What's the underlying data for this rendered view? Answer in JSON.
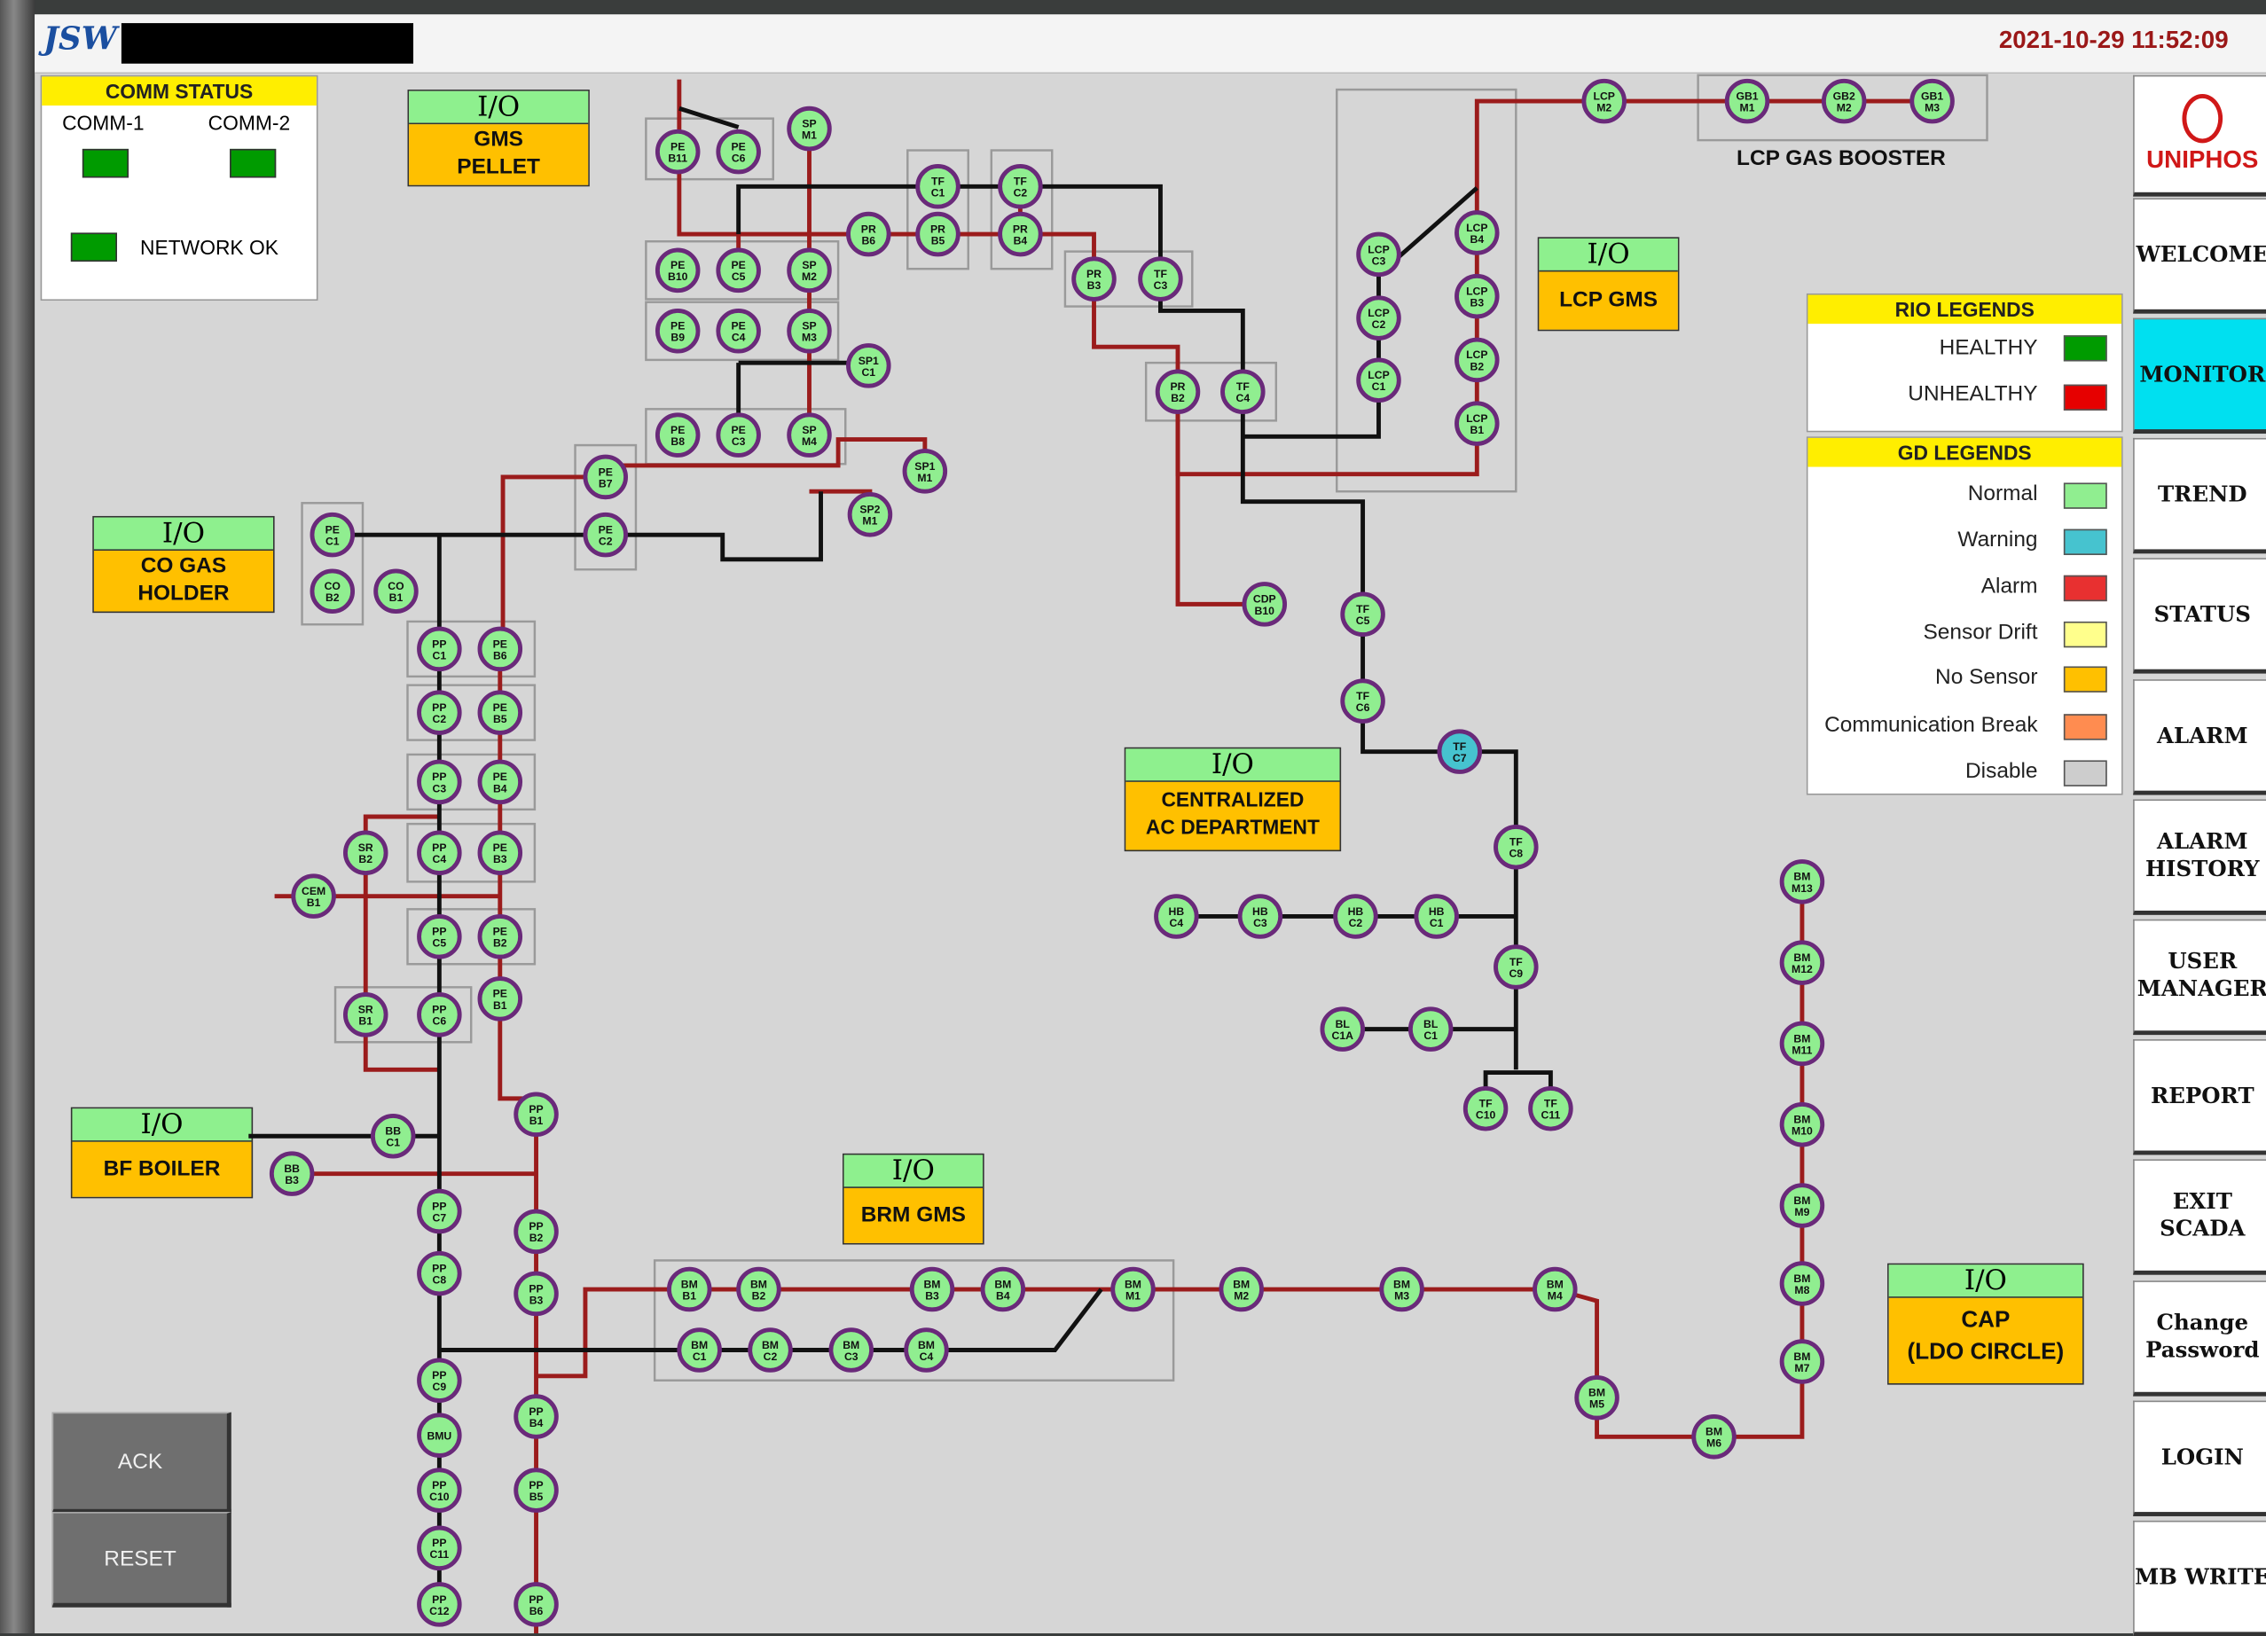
{
  "header": {
    "logo": "JSW",
    "datetime": "2021-10-29 11:52:09"
  },
  "comm_status": {
    "title": "COMM STATUS",
    "comm1": "COMM-1",
    "comm2": "COMM-2",
    "network": "NETWORK OK"
  },
  "rio_legends": {
    "title": "RIO LEGENDS",
    "items": [
      {
        "label": "HEALTHY",
        "color": "#009b00"
      },
      {
        "label": "UNHEALTHY",
        "color": "#e60000"
      }
    ]
  },
  "gd_legends": {
    "title": "GD LEGENDS",
    "items": [
      {
        "label": "Normal",
        "color": "#90ee90"
      },
      {
        "label": "Warning",
        "color": "#46c3cf"
      },
      {
        "label": "Alarm",
        "color": "#e83030"
      },
      {
        "label": "Sensor Drift",
        "color": "#ffff8c"
      },
      {
        "label": "No Sensor",
        "color": "#ffc000"
      },
      {
        "label": "Communication Break",
        "color": "#ff8c50"
      },
      {
        "label": "Disable",
        "color": "#cdcdcd"
      }
    ]
  },
  "io_panels": {
    "gms_pellet": {
      "title": "I/O",
      "name": "GMS\nPELLET"
    },
    "co_gas_holder": {
      "title": "I/O",
      "name": "CO GAS\nHOLDER"
    },
    "lcp_gms": {
      "title": "I/O",
      "name": "LCP GMS"
    },
    "centralized_ac": {
      "title": "I/O",
      "name": "CENTRALIZED\nAC DEPARTMENT"
    },
    "bf_boiler": {
      "title": "I/O",
      "name": "BF BOILER"
    },
    "brm_gms": {
      "title": "I/O",
      "name": "BRM GMS"
    },
    "cap_ldo": {
      "title": "I/O",
      "name": "CAP\n(LDO CIRCLE)"
    }
  },
  "labels": {
    "lcp_gas_booster": "LCP GAS BOOSTER"
  },
  "nav": {
    "brand": "UNIPHOS",
    "items": [
      "WELCOME",
      "MONITOR",
      "TREND",
      "STATUS",
      "ALARM",
      "ALARM\nHISTORY",
      "USER\nMANAGER",
      "REPORT",
      "EXIT\nSCADA",
      "Change\nPassword",
      "LOGIN",
      "MB WRITE"
    ],
    "active": "MONITOR"
  },
  "buttons": {
    "ack": "ACK",
    "reset": "RESET"
  },
  "colors": {
    "normal": "#90ee90",
    "warning": "#46c3cf",
    "red_line": "#9b1c1c",
    "black_line": "#111111",
    "active_nav": "#00e0f0"
  },
  "nodes": [
    {
      "id": "PE B11",
      "l1": "PE",
      "l2": "B11"
    },
    {
      "id": "PE C6",
      "l1": "PE",
      "l2": "C6"
    },
    {
      "id": "SP M1",
      "l1": "SP",
      "l2": "M1"
    },
    {
      "id": "TF C1",
      "l1": "TF",
      "l2": "C1"
    },
    {
      "id": "TF C2",
      "l1": "TF",
      "l2": "C2"
    },
    {
      "id": "PR B6",
      "l1": "PR",
      "l2": "B6"
    },
    {
      "id": "PR B5",
      "l1": "PR",
      "l2": "B5"
    },
    {
      "id": "PR B4",
      "l1": "PR",
      "l2": "B4"
    },
    {
      "id": "PR B3",
      "l1": "PR",
      "l2": "B3"
    },
    {
      "id": "TF C3",
      "l1": "TF",
      "l2": "C3"
    },
    {
      "id": "PE B10",
      "l1": "PE",
      "l2": "B10"
    },
    {
      "id": "PE C5",
      "l1": "PE",
      "l2": "C5"
    },
    {
      "id": "SP M2",
      "l1": "SP",
      "l2": "M2"
    },
    {
      "id": "PE B9",
      "l1": "PE",
      "l2": "B9"
    },
    {
      "id": "PE C4",
      "l1": "PE",
      "l2": "C4"
    },
    {
      "id": "SP M3",
      "l1": "SP",
      "l2": "M3"
    },
    {
      "id": "SP1 C1",
      "l1": "SP1",
      "l2": "C1"
    },
    {
      "id": "PR B2",
      "l1": "PR",
      "l2": "B2"
    },
    {
      "id": "TF C4",
      "l1": "TF",
      "l2": "C4"
    },
    {
      "id": "PE B8",
      "l1": "PE",
      "l2": "B8"
    },
    {
      "id": "PE C3",
      "l1": "PE",
      "l2": "C3"
    },
    {
      "id": "SP M4",
      "l1": "SP",
      "l2": "M4"
    },
    {
      "id": "SP1 M1",
      "l1": "SP1",
      "l2": "M1"
    },
    {
      "id": "SP2 M1",
      "l1": "SP2",
      "l2": "M1"
    },
    {
      "id": "PE B7",
      "l1": "PE",
      "l2": "B7"
    },
    {
      "id": "PE C2",
      "l1": "PE",
      "l2": "C2"
    },
    {
      "id": "PE C1",
      "l1": "PE",
      "l2": "C1"
    },
    {
      "id": "CO B2",
      "l1": "CO",
      "l2": "B2"
    },
    {
      "id": "CO B1",
      "l1": "CO",
      "l2": "B1"
    },
    {
      "id": "PP C1",
      "l1": "PP",
      "l2": "C1"
    },
    {
      "id": "PE B6",
      "l1": "PE",
      "l2": "B6"
    },
    {
      "id": "PP C2",
      "l1": "PP",
      "l2": "C2"
    },
    {
      "id": "PE B5",
      "l1": "PE",
      "l2": "B5"
    },
    {
      "id": "PP C3",
      "l1": "PP",
      "l2": "C3"
    },
    {
      "id": "PE B4",
      "l1": "PE",
      "l2": "B4"
    },
    {
      "id": "SR B2",
      "l1": "SR",
      "l2": "B2"
    },
    {
      "id": "PP C4",
      "l1": "PP",
      "l2": "C4"
    },
    {
      "id": "PE B3",
      "l1": "PE",
      "l2": "B3"
    },
    {
      "id": "CEM B1",
      "l1": "CEM",
      "l2": "B1"
    },
    {
      "id": "PP C5",
      "l1": "PP",
      "l2": "C5"
    },
    {
      "id": "PE B2",
      "l1": "PE",
      "l2": "B2"
    },
    {
      "id": "SR B1",
      "l1": "SR",
      "l2": "B1"
    },
    {
      "id": "PP C6",
      "l1": "PP",
      "l2": "C6"
    },
    {
      "id": "PE B1",
      "l1": "PE",
      "l2": "B1"
    },
    {
      "id": "PP B1",
      "l1": "PP",
      "l2": "B1"
    },
    {
      "id": "BB C1",
      "l1": "BB",
      "l2": "C1"
    },
    {
      "id": "BB B3",
      "l1": "BB",
      "l2": "B3"
    },
    {
      "id": "PP C7",
      "l1": "PP",
      "l2": "C7"
    },
    {
      "id": "PP B2",
      "l1": "PP",
      "l2": "B2"
    },
    {
      "id": "PP C8",
      "l1": "PP",
      "l2": "C8"
    },
    {
      "id": "PP B3",
      "l1": "PP",
      "l2": "B3"
    },
    {
      "id": "PP C9",
      "l1": "PP",
      "l2": "C9"
    },
    {
      "id": "BMU",
      "l1": "BMU",
      "l2": ""
    },
    {
      "id": "PP C10",
      "l1": "PP",
      "l2": "C10"
    },
    {
      "id": "PP C11",
      "l1": "PP",
      "l2": "C11"
    },
    {
      "id": "PP C12",
      "l1": "PP",
      "l2": "C12"
    },
    {
      "id": "PP B4",
      "l1": "PP",
      "l2": "B4"
    },
    {
      "id": "PP B5",
      "l1": "PP",
      "l2": "B5"
    },
    {
      "id": "PP B6",
      "l1": "PP",
      "l2": "B6"
    },
    {
      "id": "BM B1",
      "l1": "BM",
      "l2": "B1"
    },
    {
      "id": "BM B2",
      "l1": "BM",
      "l2": "B2"
    },
    {
      "id": "BM B3",
      "l1": "BM",
      "l2": "B3"
    },
    {
      "id": "BM B4",
      "l1": "BM",
      "l2": "B4"
    },
    {
      "id": "BM C1",
      "l1": "BM",
      "l2": "C1"
    },
    {
      "id": "BM C2",
      "l1": "BM",
      "l2": "C2"
    },
    {
      "id": "BM C3",
      "l1": "BM",
      "l2": "C3"
    },
    {
      "id": "BM C4",
      "l1": "BM",
      "l2": "C4"
    },
    {
      "id": "BM M1",
      "l1": "BM",
      "l2": "M1"
    },
    {
      "id": "BM M2",
      "l1": "BM",
      "l2": "M2"
    },
    {
      "id": "BM M3",
      "l1": "BM",
      "l2": "M3"
    },
    {
      "id": "BM M4",
      "l1": "BM",
      "l2": "M4"
    },
    {
      "id": "BM M5",
      "l1": "BM",
      "l2": "M5"
    },
    {
      "id": "BM M6",
      "l1": "BM",
      "l2": "M6"
    },
    {
      "id": "BM M7",
      "l1": "BM",
      "l2": "M7"
    },
    {
      "id": "BM M8",
      "l1": "BM",
      "l2": "M8"
    },
    {
      "id": "BM M9",
      "l1": "BM",
      "l2": "M9"
    },
    {
      "id": "BM M10",
      "l1": "BM",
      "l2": "M10"
    },
    {
      "id": "BM M11",
      "l1": "BM",
      "l2": "M11"
    },
    {
      "id": "BM M12",
      "l1": "BM",
      "l2": "M12"
    },
    {
      "id": "BM M13",
      "l1": "BM",
      "l2": "M13"
    },
    {
      "id": "LCP M2",
      "l1": "LCP",
      "l2": "M2"
    },
    {
      "id": "GB1 M1",
      "l1": "GB1",
      "l2": "M1"
    },
    {
      "id": "GB2 M2",
      "l1": "GB2",
      "l2": "M2"
    },
    {
      "id": "GB1 M3",
      "l1": "GB1",
      "l2": "M3"
    },
    {
      "id": "LCP C3",
      "l1": "LCP",
      "l2": "C3"
    },
    {
      "id": "LCP C2",
      "l1": "LCP",
      "l2": "C2"
    },
    {
      "id": "LCP C1",
      "l1": "LCP",
      "l2": "C1"
    },
    {
      "id": "LCP B4",
      "l1": "LCP",
      "l2": "B4"
    },
    {
      "id": "LCP B3",
      "l1": "LCP",
      "l2": "B3"
    },
    {
      "id": "LCP B2",
      "l1": "LCP",
      "l2": "B2"
    },
    {
      "id": "LCP B1",
      "l1": "LCP",
      "l2": "B1"
    },
    {
      "id": "CDP B10",
      "l1": "CDP",
      "l2": "B10"
    },
    {
      "id": "TF C5",
      "l1": "TF",
      "l2": "C5"
    },
    {
      "id": "TF C6",
      "l1": "TF",
      "l2": "C6"
    },
    {
      "id": "TF C7",
      "l1": "TF",
      "l2": "C7",
      "status": "warning"
    },
    {
      "id": "TF C8",
      "l1": "TF",
      "l2": "C8"
    },
    {
      "id": "TF C9",
      "l1": "TF",
      "l2": "C9"
    },
    {
      "id": "HB C4",
      "l1": "HB",
      "l2": "C4"
    },
    {
      "id": "HB C3",
      "l1": "HB",
      "l2": "C3"
    },
    {
      "id": "HB C2",
      "l1": "HB",
      "l2": "C2"
    },
    {
      "id": "HB C1",
      "l1": "HB",
      "l2": "C1"
    },
    {
      "id": "BL C1A",
      "l1": "BL",
      "l2": "C1A"
    },
    {
      "id": "BL C1",
      "l1": "BL",
      "l2": "C1"
    },
    {
      "id": "TF C10",
      "l1": "TF",
      "l2": "C10"
    },
    {
      "id": "TF C11",
      "l1": "TF",
      "l2": "C11"
    }
  ]
}
